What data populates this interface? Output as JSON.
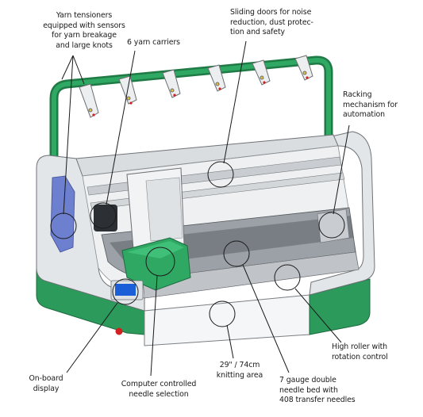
{
  "colors": {
    "accent_green": "#2b9a5a",
    "dark_green": "#1f7a45",
    "body_grey": "#e6e8ea",
    "lcd_blue": "#1a5fd8",
    "sensor_purple": "#6d7fcf",
    "alert_red": "#d32020"
  },
  "icons": {
    "machine": "flat-knitting-machine-illustration",
    "callout": "circle-callout-marker"
  },
  "labels": {
    "tensioners": [
      "Yarn tensioners",
      "equipped with sensors",
      "for yarn breakage",
      "and large knots"
    ],
    "carriers": [
      "6 yarn carriers"
    ],
    "doors": [
      "Sliding doors for noise",
      "reduction, dust protec-",
      "tion and safety"
    ],
    "racking": [
      "Racking",
      "mechanism for",
      "automation"
    ],
    "roller": [
      "High roller with",
      "rotation control"
    ],
    "needlebed": [
      "7 gauge double",
      "needle bed with",
      "408 transfer needles"
    ],
    "knitting_area": [
      "29\" / 74cm",
      "knitting area"
    ],
    "needle_selection": [
      "Computer controlled",
      "needle selection"
    ],
    "display": [
      "On-board",
      "display"
    ]
  }
}
